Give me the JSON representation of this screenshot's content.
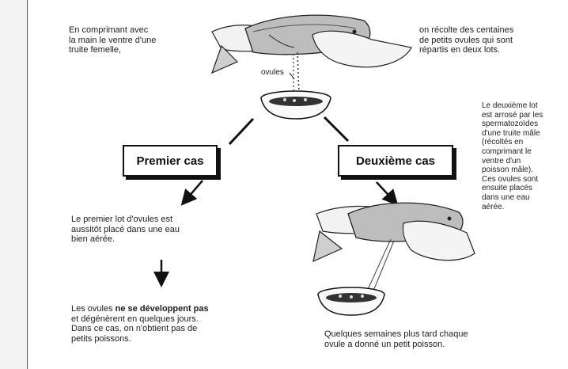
{
  "intro_left": "En comprimant avec\nla main le ventre d'une\ntruite femelle,",
  "intro_right": "on récolte des centaines\nde petits ovules qui sont\nrépartis en deux lots.",
  "eggs_label": "ovules",
  "case1": {
    "title": "Premier cas",
    "text": "Le premier lot d'ovules est\naussitôt placé dans une eau\nbien aérée.",
    "result_before": "Les ovules ",
    "result_bold": "ne se développent pas",
    "result_after": "\net dégénèrent en quelques jours.\nDans ce cas, on n'obtient pas de\npetits poissons."
  },
  "case2": {
    "title": "Deuxième cas",
    "text": "Le deuxième lot\nest arrosé par les\nspermatozoïdes\nd'une truite mâle\n(récoltés en\ncomprimant le\nventre d'un\npoisson mâle).\nCes ovules sont\nensuite placés\ndans une eau\naérée.",
    "result": "Quelques semaines plus tard chaque\novule a donné un petit poisson."
  }
}
